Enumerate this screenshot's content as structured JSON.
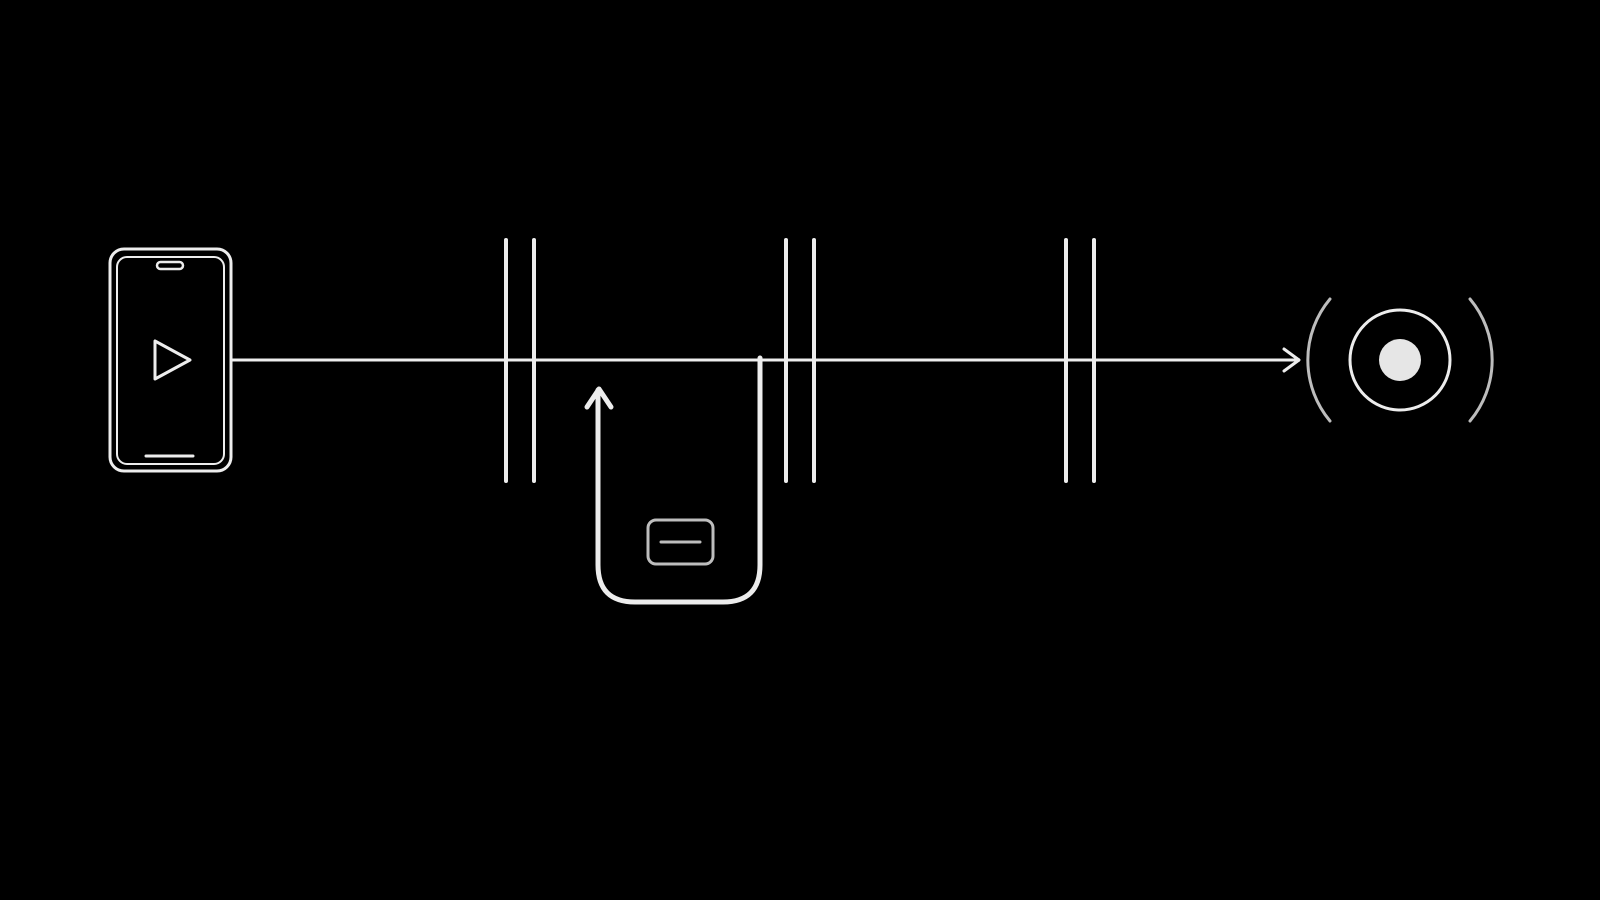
{
  "diagram": {
    "background": "#000000",
    "stroke_color": "#ededed",
    "dim_stroke_color": "#bdbdbd",
    "fill_color": "#e6e6e6",
    "nodes": [
      {
        "id": "source",
        "icon": "smartphone-play-icon"
      },
      {
        "id": "loop",
        "icon": "card-icon"
      },
      {
        "id": "target",
        "icon": "broadcast-signal-icon"
      }
    ],
    "barriers": [
      {
        "id": "barrier-1",
        "icon": "double-bar-icon"
      },
      {
        "id": "barrier-2",
        "icon": "double-bar-icon"
      },
      {
        "id": "barrier-3",
        "icon": "double-bar-icon"
      }
    ],
    "flow": {
      "main": "source-to-target",
      "loop_arrow": "up"
    }
  }
}
